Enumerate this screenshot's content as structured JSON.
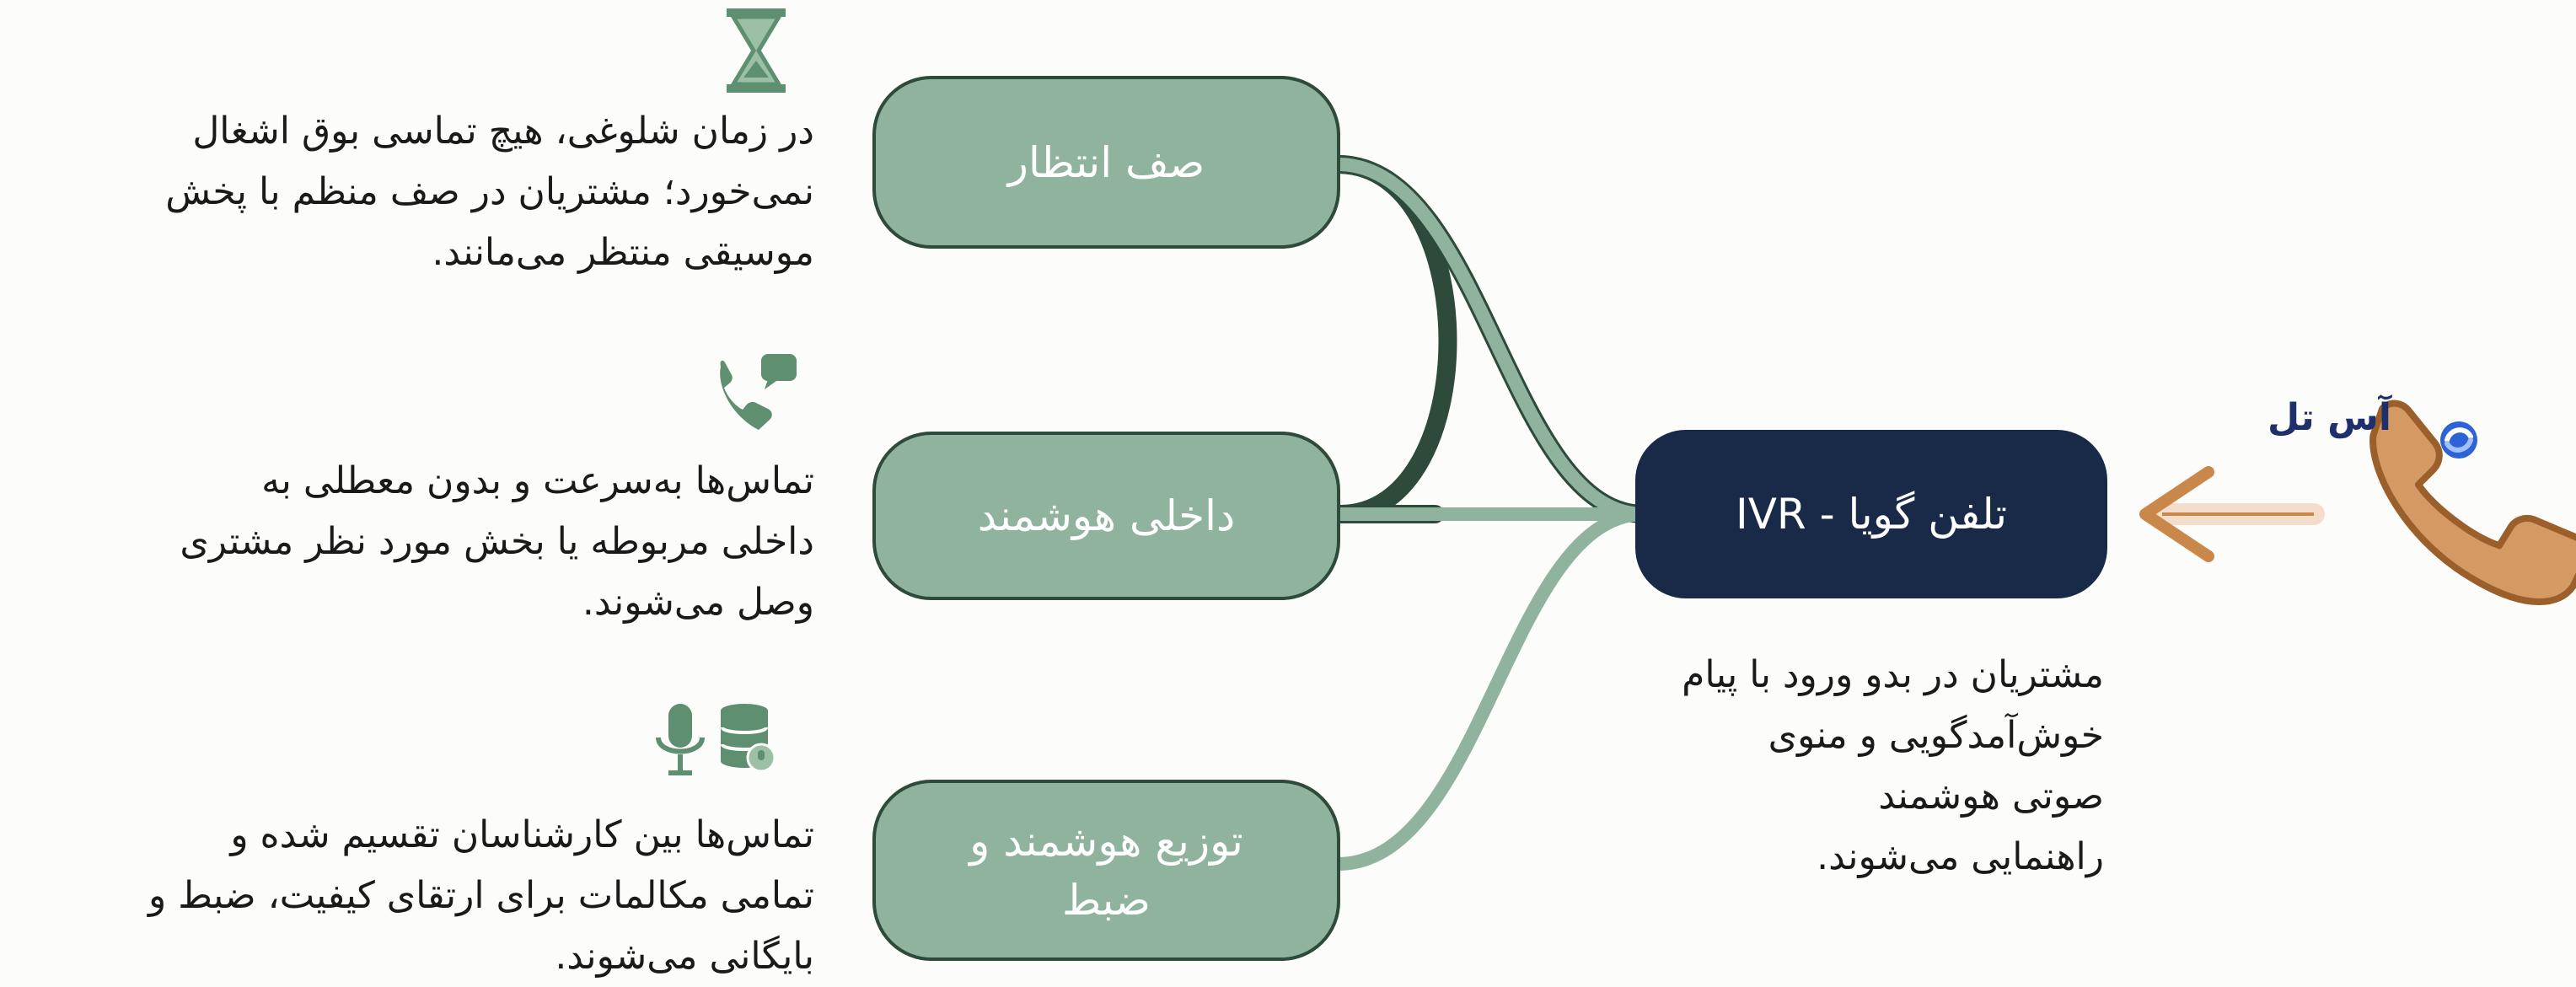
{
  "central": {
    "label": "تلفن گویا - IVR"
  },
  "central_description": [
    "مشتریان در بدو ورود با پیام",
    "خوش‌آمدگویی و منوی",
    "صوتی هوشمند",
    "راهنمایی می‌شوند."
  ],
  "brand": {
    "name": "آس تل"
  },
  "branches": [
    {
      "label": [
        "صف انتظار"
      ],
      "icon": "hourglass-icon",
      "description": [
        "در زمان شلوغی، هیچ تماسی بوق اشغال",
        "نمی‌خورد؛ مشتریان در صف منظم با پخش",
        "موسیقی منتظر می‌مانند."
      ]
    },
    {
      "label": [
        "داخلی هوشمند"
      ],
      "icon": "phone-chat-icon",
      "description": [
        "تماس‌ها به‌سرعت و بدون معطلی به",
        "داخلی مربوطه یا بخش مورد نظر مشتری",
        "وصل می‌شوند."
      ]
    },
    {
      "label": [
        "توزیع هوشمند و",
        "ضبط"
      ],
      "icon": "microphone-database-icon",
      "description": [
        "تماس‌ها بین کارشناسان تقسیم شده و",
        "تمامی مکالمات برای ارتقای کیفیت، ضبط و",
        "بایگانی می‌شوند."
      ]
    }
  ],
  "colors": {
    "branch_fill": "#8fb39c",
    "branch_border": "#2d4a3a",
    "central_fill": "#182a47",
    "phone": "#c9874a",
    "connector": "#8fb39c",
    "logo": "#1f2f6b"
  }
}
